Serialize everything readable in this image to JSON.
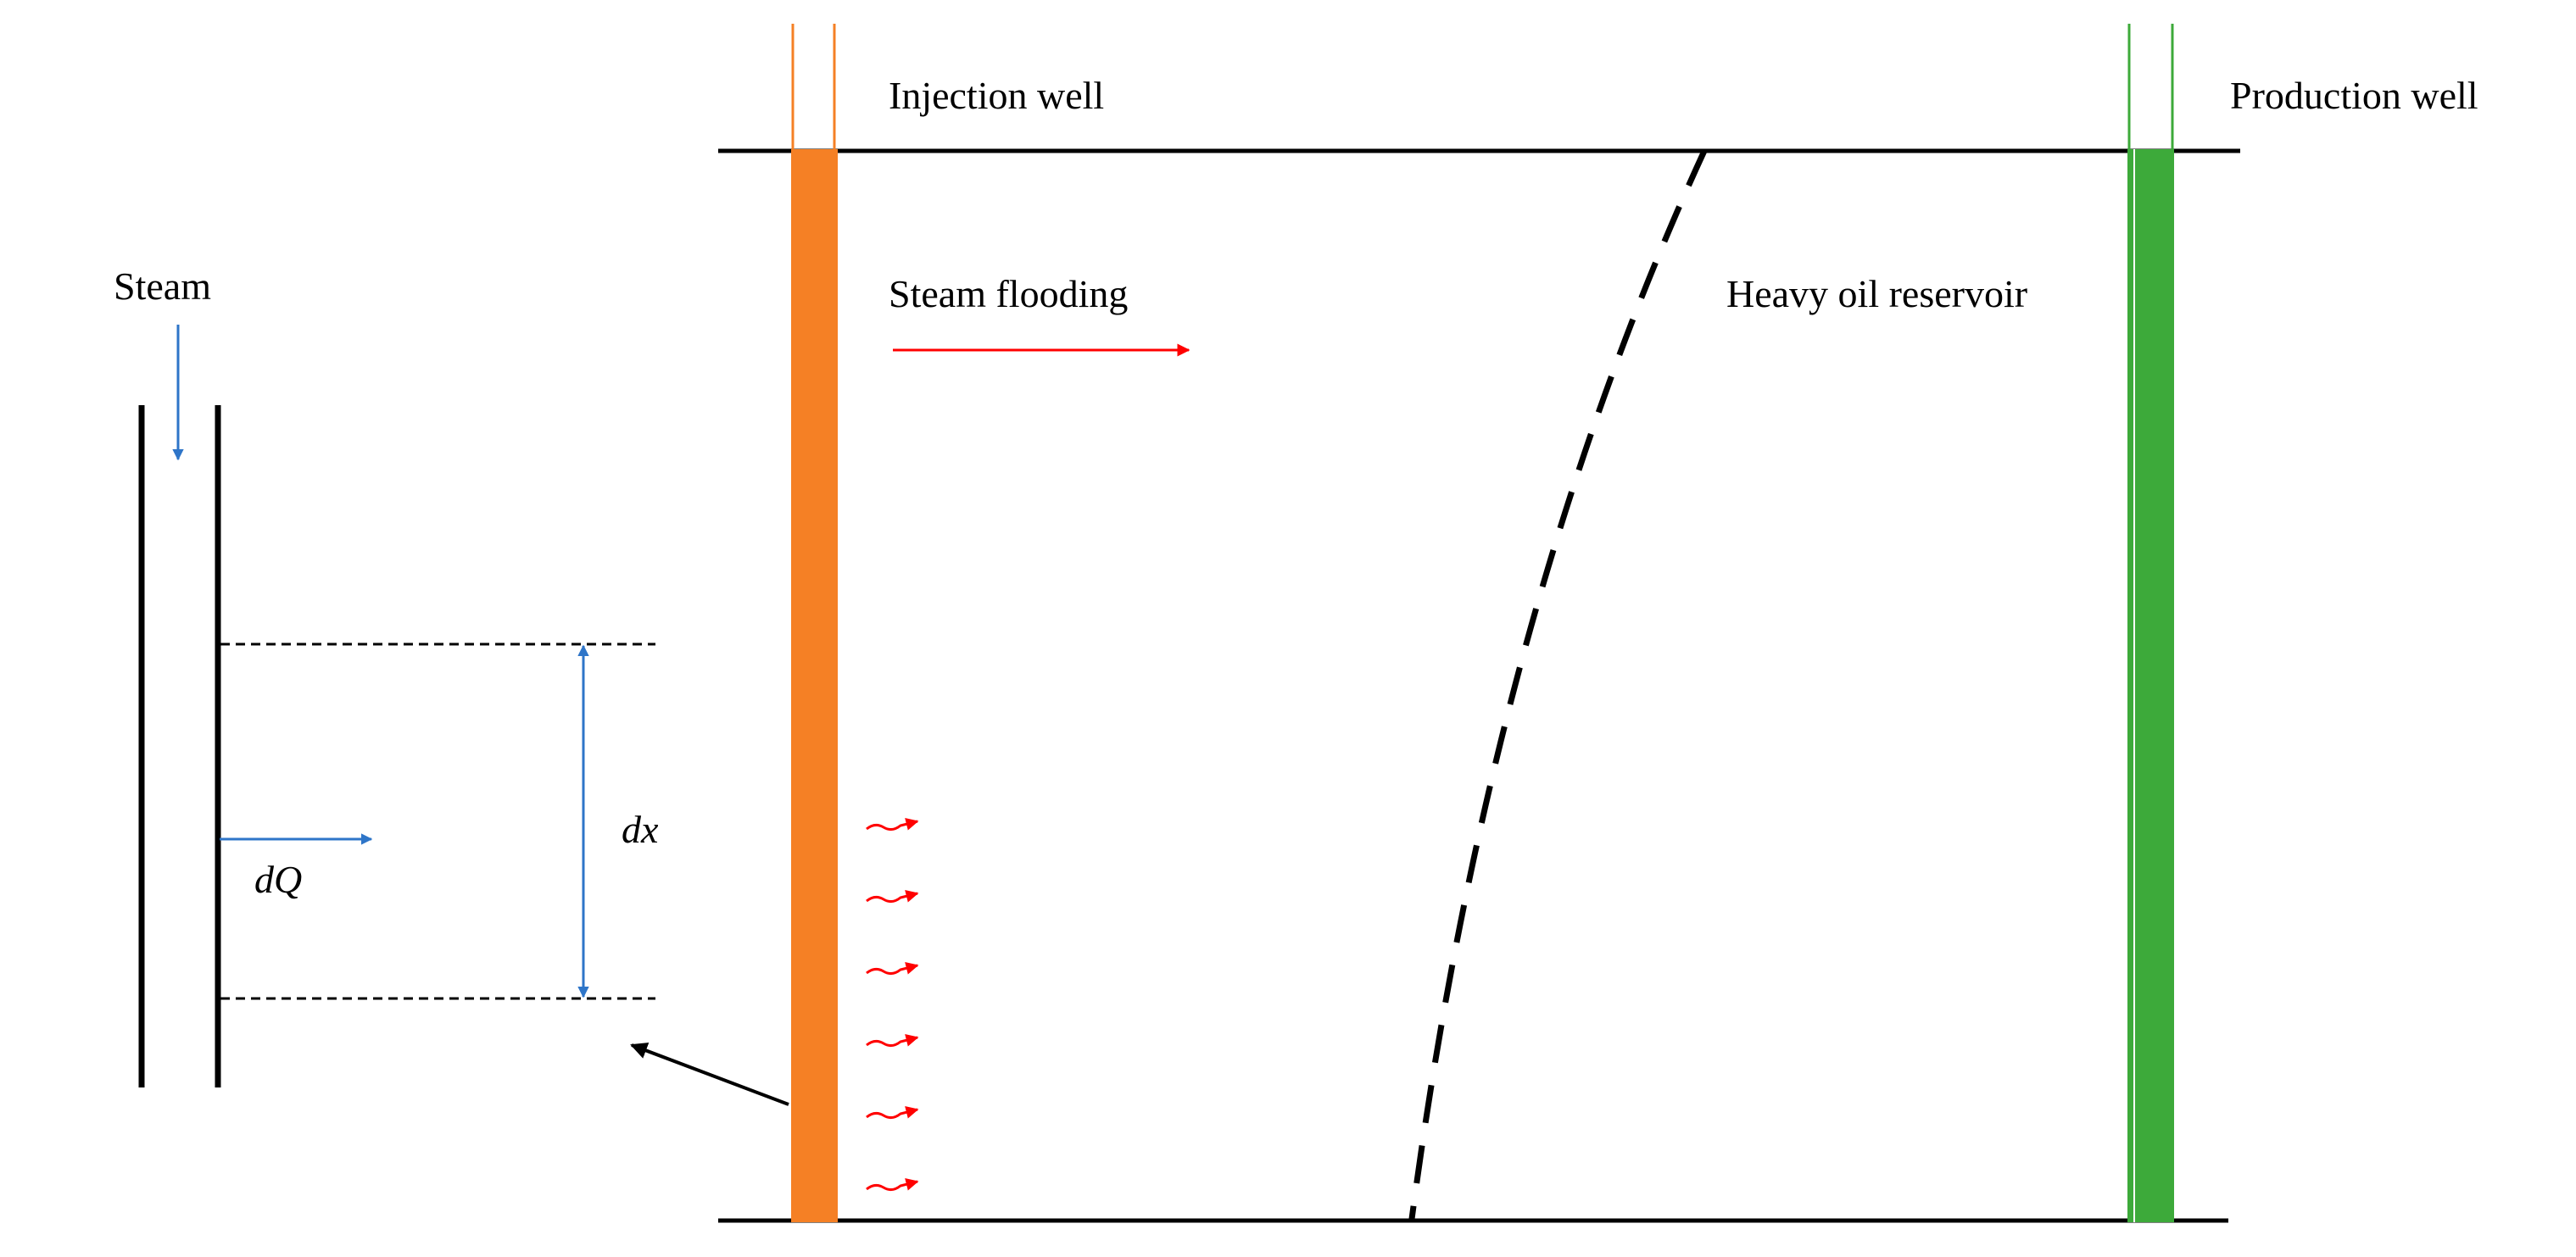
{
  "labels": {
    "injection_well": "Injection well",
    "production_well": "Production well",
    "steam_flooding": "Steam flooding",
    "heavy_oil_reservoir": "Heavy oil reservoir",
    "steam": "Steam",
    "dx": "dx",
    "dQ": "dQ"
  },
  "colors": {
    "injection_well": "#F58025",
    "production_well": "#3DAA3A",
    "flow_arrows": "#FF0000",
    "detail_arrows": "#2E75C8",
    "lines": "#000000"
  }
}
